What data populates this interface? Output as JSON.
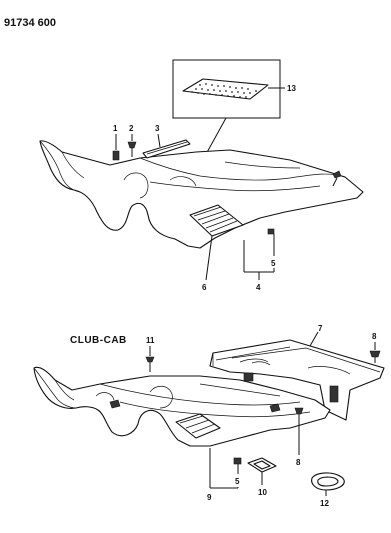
{
  "header": {
    "part_number": "91734 600"
  },
  "section_label": "CLUB-CAB",
  "callouts": {
    "c1": "1",
    "c2": "2",
    "c3": "3",
    "c4": "4",
    "c5a": "5",
    "c6": "6",
    "c13": "13",
    "c7": "7",
    "c8a": "8",
    "c8b": "8",
    "c11": "11",
    "c5b": "5",
    "c9": "9",
    "c10": "10",
    "c12": "12"
  }
}
